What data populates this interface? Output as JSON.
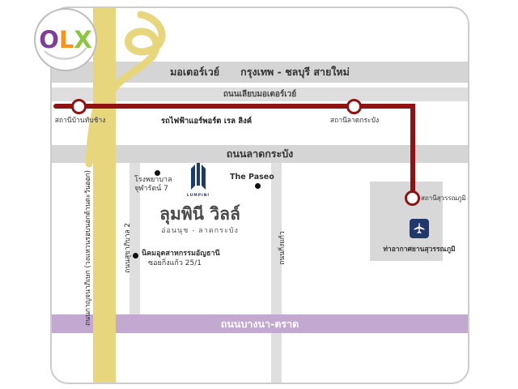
{
  "watermark": {
    "o": "O",
    "l": "L",
    "x": "X"
  },
  "map": {
    "roads": {
      "motorway": "มอเตอร์เวย์      กรุงเทพ - ชลบุรี สายใหม่",
      "frontage": "ถนนเลียบมอเตอร์เวย์",
      "lat_krabang": "ถนนลาดกระบัง",
      "bangna_trat": "ถนนบางนา-ตราด",
      "sukhaphiban_2": "ถนนสุขาภิบาล 2",
      "king_kaew": "ถนนกิ่งแก้ว",
      "outer_ring": "ถนนกาญจนาภิเษก (วงแหวนรอบนอกด้านตะวันออก)"
    },
    "rail": {
      "line_label": "รถไฟฟ้าแอร์พอร์ต เรล ลิงค์",
      "station_ban_thap_chang": "สถานีบ้านทับช้าง",
      "station_lat_krabang": "สถานีลาดกระบัง",
      "station_suvarnabhumi": "สถานีสุวรรณภูมิ"
    },
    "landmarks": {
      "hospital_line1": "โรงพยาบาล",
      "hospital_line2": "จุฬารัตน์ 7",
      "paseo": "The Paseo",
      "gemopolis_line1": "นิคมอุตสาหกรรมอัญธานี",
      "gemopolis_line2": "ซอยกิ่งแก้ว 25/1",
      "airport": "ท่าอากาศยานสุวรรณภูมิ"
    },
    "project": {
      "title": "ลุมพินี วิลล์",
      "subtitle": "อ่อนนุช - ลาดกระบัง",
      "brand": "LUMPINI"
    },
    "colors": {
      "rail_red": "#8f1313",
      "road_yellow": "#e8d67d",
      "band_gray": "#d5d5d5",
      "bangna_purple": "#c3a8d1",
      "brand_navy": "#1d3c6e"
    }
  }
}
